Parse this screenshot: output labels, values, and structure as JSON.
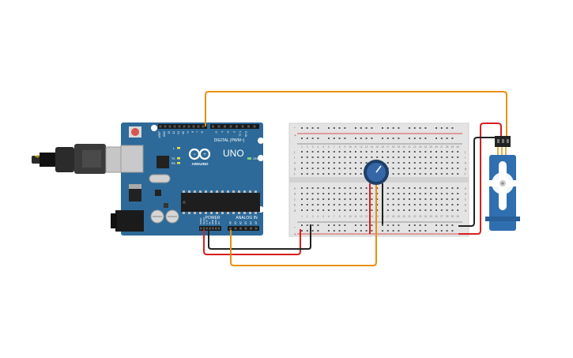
{
  "arduino": {
    "brand": "ARDUINO",
    "model": "UNO",
    "digital_label": "DIGITAL (PWM~)",
    "power_label": "POWER",
    "analog_label": "ANALOG IN",
    "on_label": "ON",
    "led_labels": [
      "L",
      "TX",
      "RX"
    ],
    "top_pin_labels": [
      "AREF",
      "GND",
      "13",
      "12",
      "~11",
      "~10",
      "~9",
      "8",
      "7",
      "~6",
      "~5",
      "4",
      "~3",
      "2",
      "TX 1",
      "RX 0"
    ],
    "power_pin_labels": [
      "IOREF",
      "RESET",
      "3.3V",
      "5V",
      "GND",
      "GND",
      "Vin"
    ],
    "analog_pin_labels": [
      "A0",
      "A1",
      "A2",
      "A3",
      "A4",
      "A5"
    ]
  },
  "breadboard": {
    "row_letters_top": [
      "j",
      "i",
      "h",
      "g",
      "f"
    ],
    "row_letters_bottom": [
      "e",
      "d",
      "c",
      "b",
      "a"
    ],
    "column_count": 30,
    "rail_plus": "+",
    "rail_minus": "-"
  },
  "colors": {
    "board_blue": "#2d6a99",
    "board_blue_dark": "#1d4f78",
    "wire_orange": "#e8900e",
    "wire_red": "#d71f1f",
    "wire_black": "#222222",
    "breadboard_body": "#e4e4e4",
    "rail_red": "#d9534f",
    "rail_black": "#444444",
    "servo_blue": "#2f6fb0",
    "pot_blue": "#3567a8"
  }
}
